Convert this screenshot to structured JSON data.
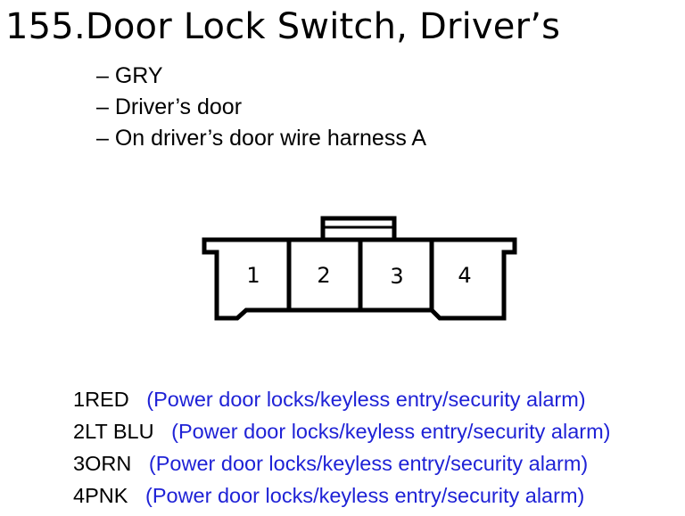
{
  "title": "155.Door Lock Switch, Driver’s",
  "details": [
    "– GRY",
    "– Driver’s door",
    "– On driver’s door wire harness A"
  ],
  "connector": {
    "pin_numbers": [
      "1",
      "2",
      "3",
      "4"
    ]
  },
  "pins": [
    {
      "number": "1",
      "wire": "RED",
      "description": "(Power door locks/keyless entry/security alarm)"
    },
    {
      "number": "2",
      "wire": "LT BLU",
      "description": "(Power door locks/keyless entry/security alarm)"
    },
    {
      "number": "3",
      "wire": "ORN",
      "description": "(Power door locks/keyless entry/security alarm)"
    },
    {
      "number": "4",
      "wire": "PNK",
      "description": "(Power door locks/keyless entry/security alarm)"
    }
  ],
  "colors": {
    "text": "#000000",
    "description": "#1f22d6"
  }
}
